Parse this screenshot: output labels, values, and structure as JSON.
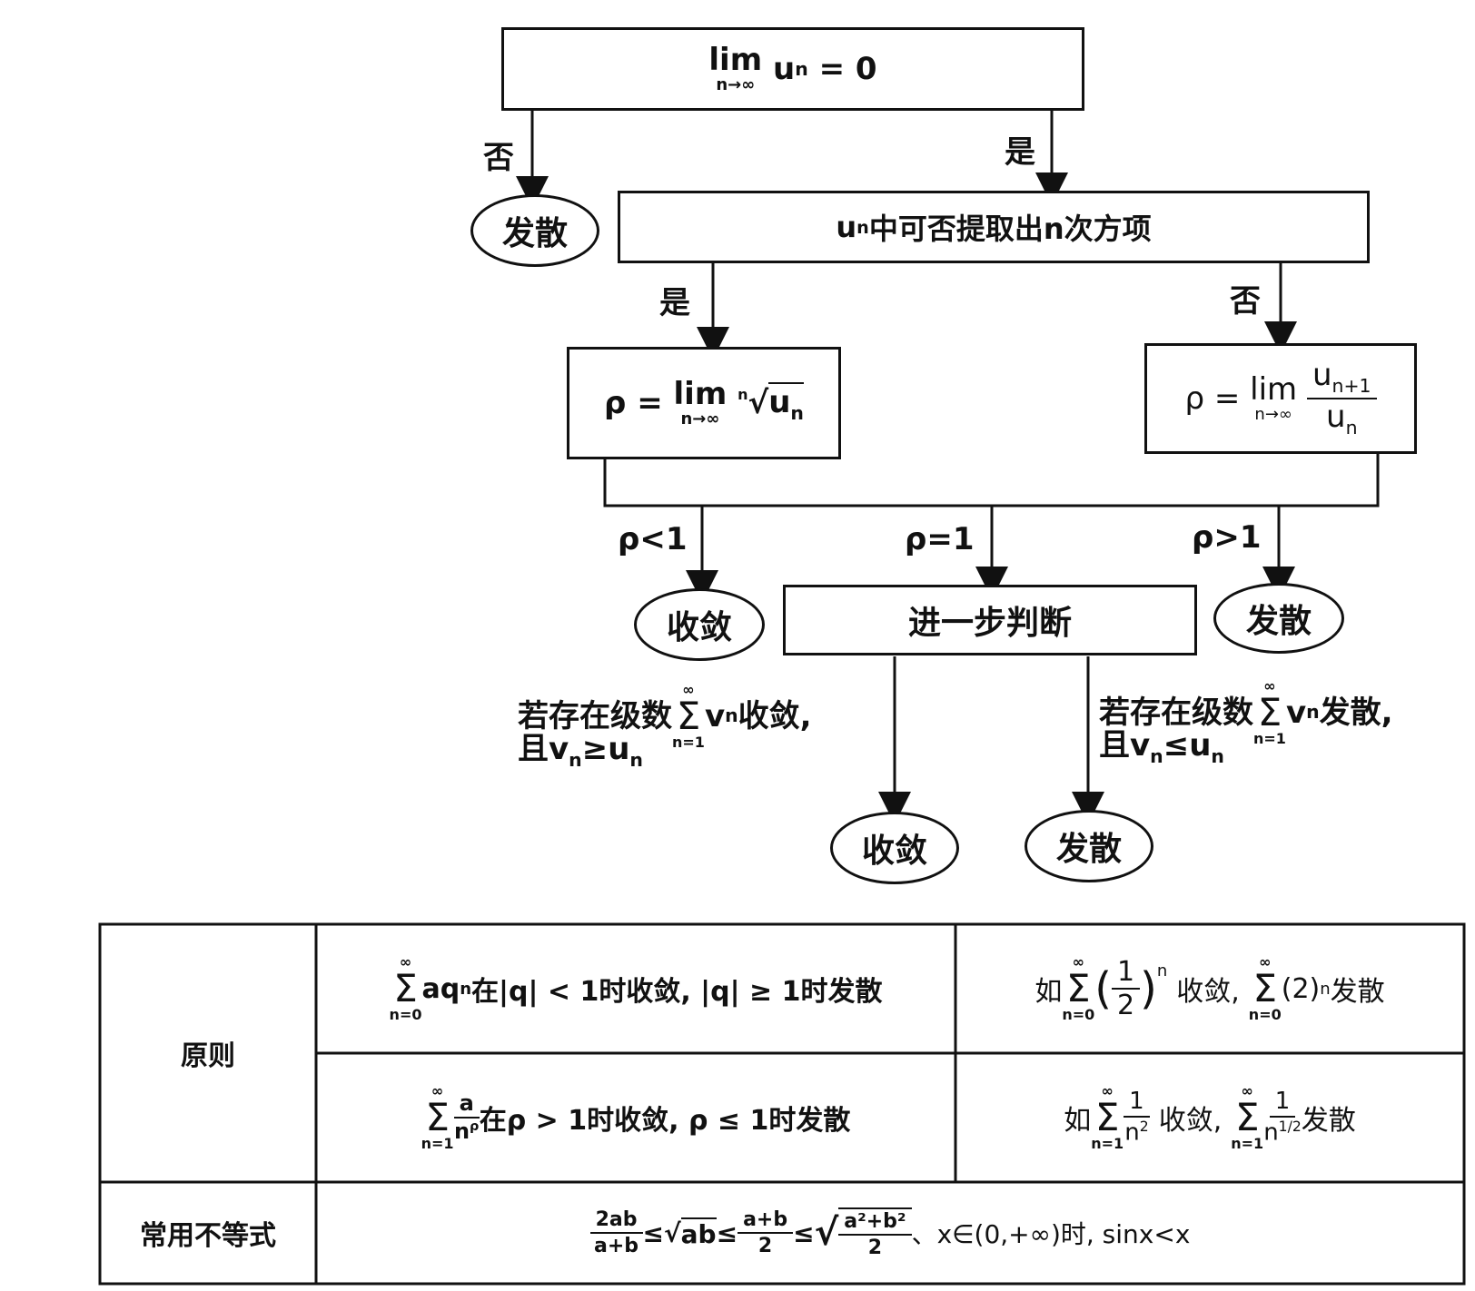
{
  "flow": {
    "top": {
      "lim": "lim",
      "lim_sub": "n→∞",
      "expr": "u",
      "expr_sub": "n",
      "rhs": " = 0"
    },
    "no_1": "否",
    "yes_1": "是",
    "diverge_1": "发散",
    "extract": {
      "u": "u",
      "n": "n",
      "text": "中可否提取出n次方项"
    },
    "yes_2": "是",
    "no_2": "否",
    "root": {
      "rho": "ρ = ",
      "lim": "lim",
      "lim_sub": "n→∞",
      "idx": "n",
      "rad": "u",
      "rad_sub": "n"
    },
    "ratio": {
      "rho": "ρ = ",
      "lim": "lim",
      "lim_sub": "n→∞",
      "num": "u",
      "num_sub": "n+1",
      "den": "u",
      "den_sub": "n"
    },
    "lt1": "ρ<1",
    "eq1": "ρ=1",
    "gt1": "ρ>1",
    "converge_1": "收敛",
    "further": "进一步判断",
    "diverge_2": "发散",
    "cond_left": {
      "pre": "若存在级数",
      "sig_top": "∞",
      "sig_bot": "n=1",
      "term": "v",
      "term_sub": "n",
      "post": "收敛,",
      "line2_pre": "且v",
      "line2_sub": "n",
      "line2_mid": "≥u",
      "line2_sub2": "n"
    },
    "cond_right": {
      "pre": "若存在级数",
      "sig_top": "∞",
      "sig_bot": "n=1",
      "term": "v",
      "term_sub": "n",
      "post": "发散,",
      "line2_pre": "且v",
      "line2_sub": "n",
      "line2_mid": "≤u",
      "line2_sub2": "n"
    },
    "converge_2": "收敛",
    "diverge_3": "发散"
  },
  "table": {
    "principle": "原则",
    "inequality": "常用不等式",
    "r1c1": {
      "sig_top": "∞",
      "sig_bot": "n=0",
      "expr": "aq",
      "expr_sup": "n",
      "text": "在|q| < 1时收敛, |q| ≥ 1时发散"
    },
    "r1c2": {
      "pre": "如",
      "sig_top": "∞",
      "sig_bot": "n=0",
      "num": "1",
      "den": "2",
      "sup": "n",
      "mid": "收敛,",
      "sig2_top": "∞",
      "sig2_bot": "n=0",
      "term2": "(2)",
      "term2_sup": "n",
      "post": "发散"
    },
    "r2c1": {
      "sig_top": "∞",
      "sig_bot": "n=1",
      "num": "a",
      "den": "n",
      "den_sup": "ρ",
      "text": "在ρ > 1时收敛, ρ ≤ 1时发散"
    },
    "r2c2": {
      "pre": "如",
      "sig_top": "∞",
      "sig_bot": "n=1",
      "num": "1",
      "den": "n",
      "den_sup": "2",
      "mid": "收敛,",
      "sig2_top": "∞",
      "sig2_bot": "n=1",
      "num2": "1",
      "den2": "n",
      "den2_sup": "1/2",
      "post": "发散"
    },
    "r3": {
      "f1_num": "2ab",
      "f1_den": "a+b",
      "le1": "≤",
      "sqrt1": "ab",
      "le2": "≤",
      "f2_num": "a+b",
      "f2_den": "2",
      "le3": "≤",
      "f3_num": "a²+b²",
      "f3_den": "2",
      "tail": "、x∈(0,+∞)时, sinx<x"
    }
  }
}
